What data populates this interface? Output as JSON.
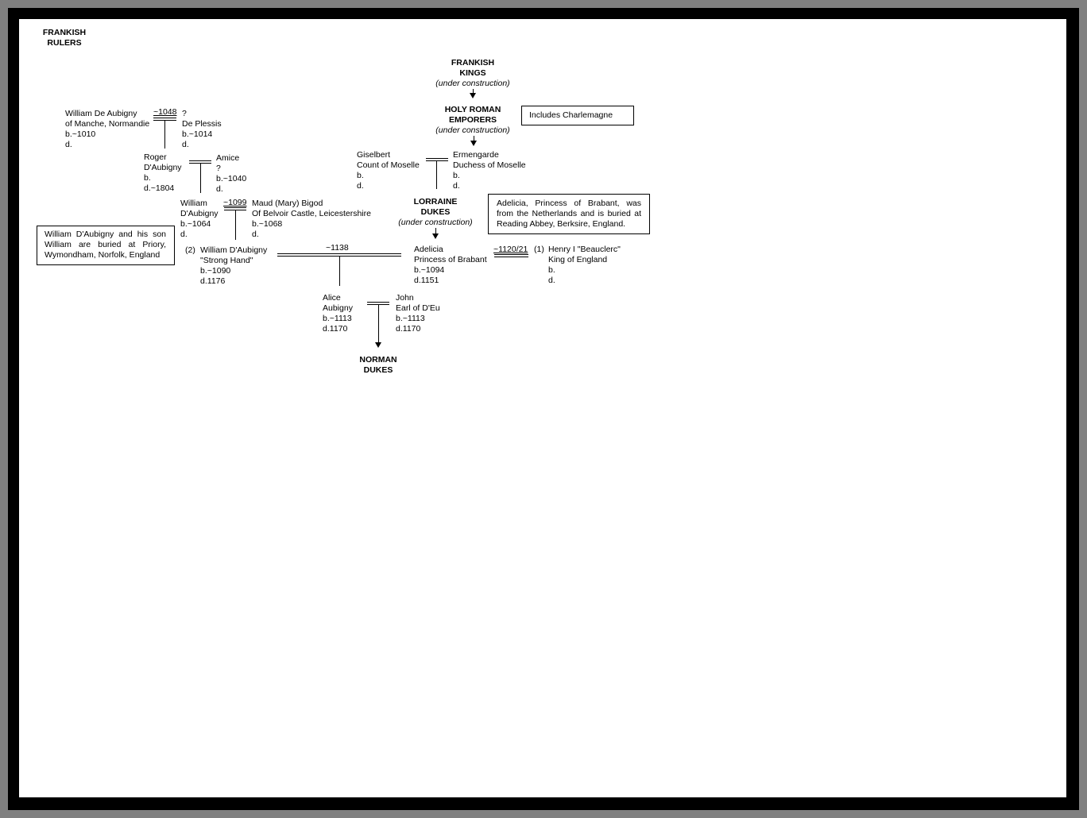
{
  "corner_title": {
    "line1": "FRANKISH",
    "line2": "RULERS"
  },
  "frankish_kings": {
    "line1": "FRANKISH",
    "line2": "KINGS",
    "note": "(under construction)"
  },
  "holy_roman": {
    "line1": "HOLY ROMAN",
    "line2": "EMPORERS",
    "note": "(under construction)"
  },
  "lorraine": {
    "line1": "LORRAINE",
    "line2": "DUKES",
    "note": "(under construction)"
  },
  "norman": {
    "line1": "NORMAN",
    "line2": "DUKES"
  },
  "notes": {
    "charlemagne": "Includes Charlemagne",
    "adelicia": "Adelicia, Princess of Brabant, was from the Netherlands and is buried at Reading Abbey, Berksire, England.",
    "daubigny": "William D'Aubigny and his son William are buried at Priory, Wymondham, Norfolk, England"
  },
  "persons": {
    "william_de_aubigny": [
      "William De Aubigny",
      "of Manche, Normandie",
      "b.~1010",
      "d."
    ],
    "de_plessis": [
      "?",
      "De Plessis",
      "b.~1014",
      "d."
    ],
    "roger": [
      "Roger",
      "D'Aubigny",
      "b.",
      "d.~1804"
    ],
    "amice": [
      "Amice",
      "?",
      "b.~1040",
      "d."
    ],
    "william_2": [
      "William",
      "D'Aubigny",
      "b.~1064",
      "d."
    ],
    "maud": [
      "Maud (Mary) Bigod",
      "Of Belvoir Castle, Leicestershire",
      "b.~1068",
      "d."
    ],
    "william_strong": [
      "William D'Aubigny",
      "\"Strong Hand\"",
      "b.~1090",
      "d.1176"
    ],
    "giselbert": [
      "Giselbert",
      "Count of Moselle",
      "b.",
      "d."
    ],
    "ermengarde": [
      "Ermengarde",
      "Duchess of Moselle",
      "b.",
      "d."
    ],
    "adelicia": [
      "Adelicia",
      "Princess of Brabant",
      "b.~1094",
      "d.1151"
    ],
    "henry": [
      "Henry I \"Beauclerc\"",
      "King of England",
      "b.",
      "d."
    ],
    "alice": [
      "Alice",
      "Aubigny",
      "b.~1113",
      "d.1170"
    ],
    "john": [
      "John",
      "Earl of D'Eu",
      "b.~1113",
      "d.1170"
    ]
  },
  "marriages": {
    "m1048": "~1048",
    "m1099": "~1099",
    "m1138": "~1138",
    "m1120": "~1120/21"
  },
  "marriage_order": {
    "william": "(2)",
    "henry": "(1)"
  }
}
